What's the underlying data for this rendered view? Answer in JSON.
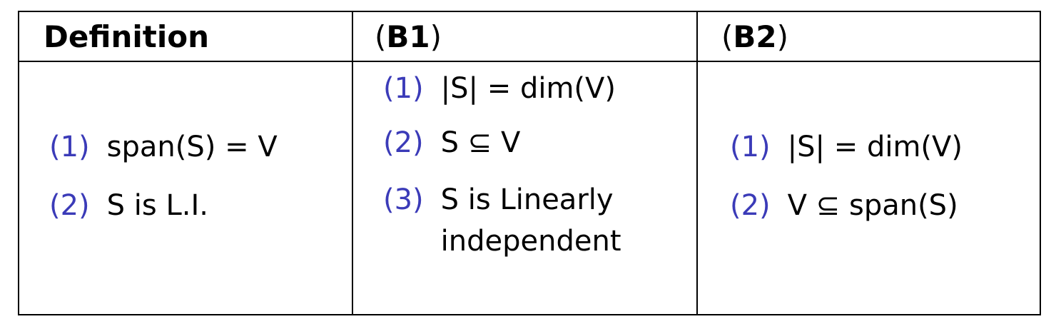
{
  "table": {
    "headers": [
      {
        "label": "Definition",
        "paren": false
      },
      {
        "label": "B1",
        "paren": true
      },
      {
        "label": "B2",
        "paren": true
      }
    ],
    "definition": {
      "items": [
        {
          "num": "(1)",
          "text": "span(S) = V"
        },
        {
          "num": "(2)",
          "text": "S is L.I."
        }
      ]
    },
    "b1": {
      "items": [
        {
          "num": "(1)",
          "text": "|S| = dim(V)"
        },
        {
          "num": "(2)",
          "text": "S ⊆ V"
        },
        {
          "num": "(3)",
          "text": "S is Linearly",
          "text2": "independent"
        }
      ]
    },
    "b2": {
      "items": [
        {
          "num": "(1)",
          "text": "|S| = dim(V)"
        },
        {
          "num": "(2)",
          "text": "V ⊆ span(S)"
        }
      ]
    },
    "colors": {
      "numbering": "#3b3bb8",
      "border": "#000000"
    }
  }
}
